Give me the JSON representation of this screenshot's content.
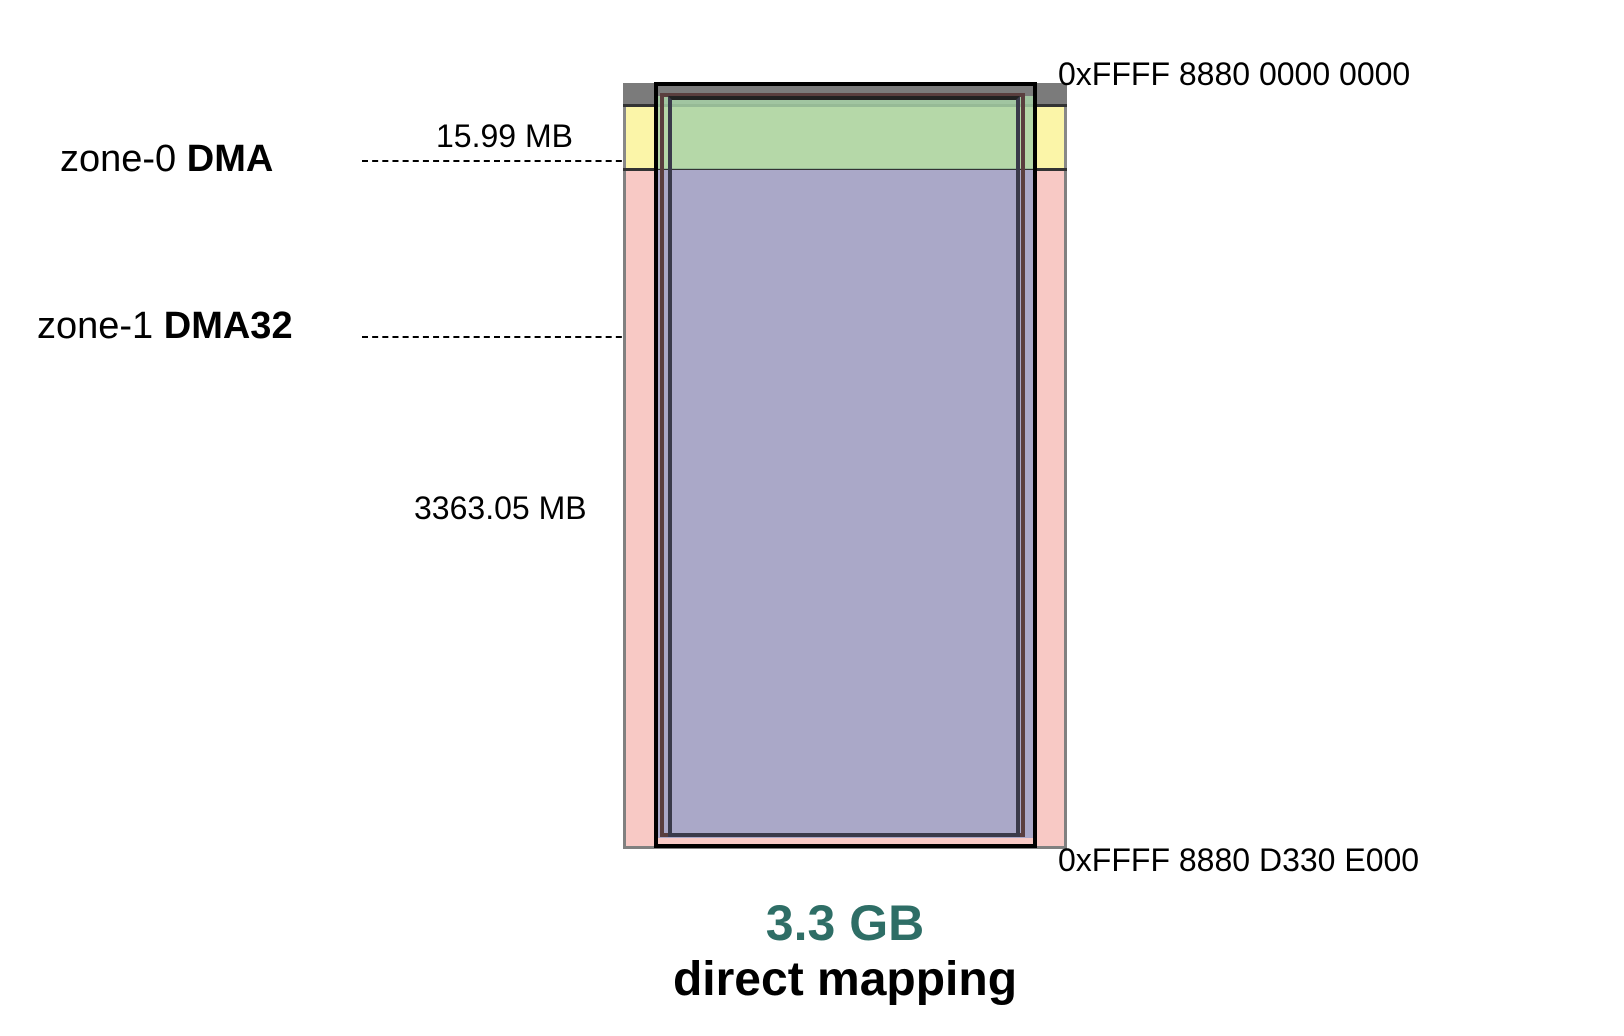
{
  "zones": [
    {
      "prefix": "zone-0",
      "name": "DMA",
      "size": "15.99 MB"
    },
    {
      "prefix": "zone-1",
      "name": "DMA32",
      "size": "3363.05 MB"
    }
  ],
  "addresses": {
    "start": "0xFFFF 8880 0000 0000",
    "end": "0xFFFF 8880 D330 E000"
  },
  "caption": {
    "size": "3.3 GB",
    "description": "direct mapping"
  },
  "colors": {
    "zone0_fill": "#fbf5a8",
    "zone1_fill": "#f8c9c5",
    "overlay_fill": "#a8d2a8",
    "mapping_fill": "#aaa8c8",
    "caption_size": "#2e6e66"
  }
}
